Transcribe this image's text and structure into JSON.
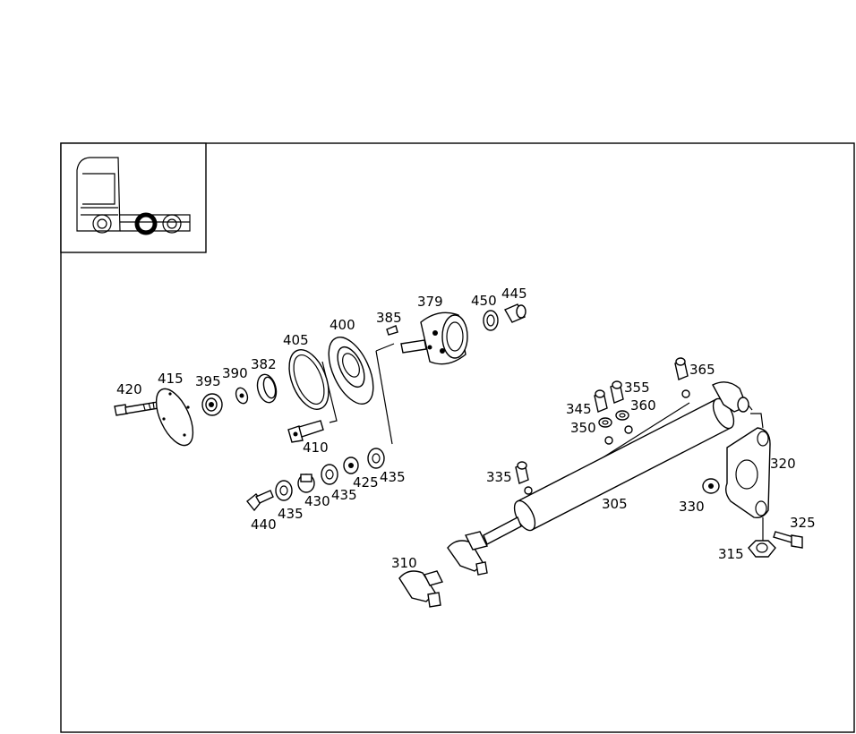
{
  "labels": {
    "p305": "305",
    "p310": "310",
    "p315": "315",
    "p320": "320",
    "p325": "325",
    "p330": "330",
    "p335": "335",
    "p345": "345",
    "p350": "350",
    "p355": "355",
    "p360": "360",
    "p365": "365",
    "p379": "379",
    "p382": "382",
    "p385": "385",
    "p390": "390",
    "p395": "395",
    "p400": "400",
    "p405": "405",
    "p410": "410",
    "p415": "415",
    "p420": "420",
    "p425": "425",
    "p430": "430",
    "p435a": "435",
    "p435b": "435",
    "p435c": "435",
    "p440": "440",
    "p445": "445",
    "p450": "450"
  }
}
